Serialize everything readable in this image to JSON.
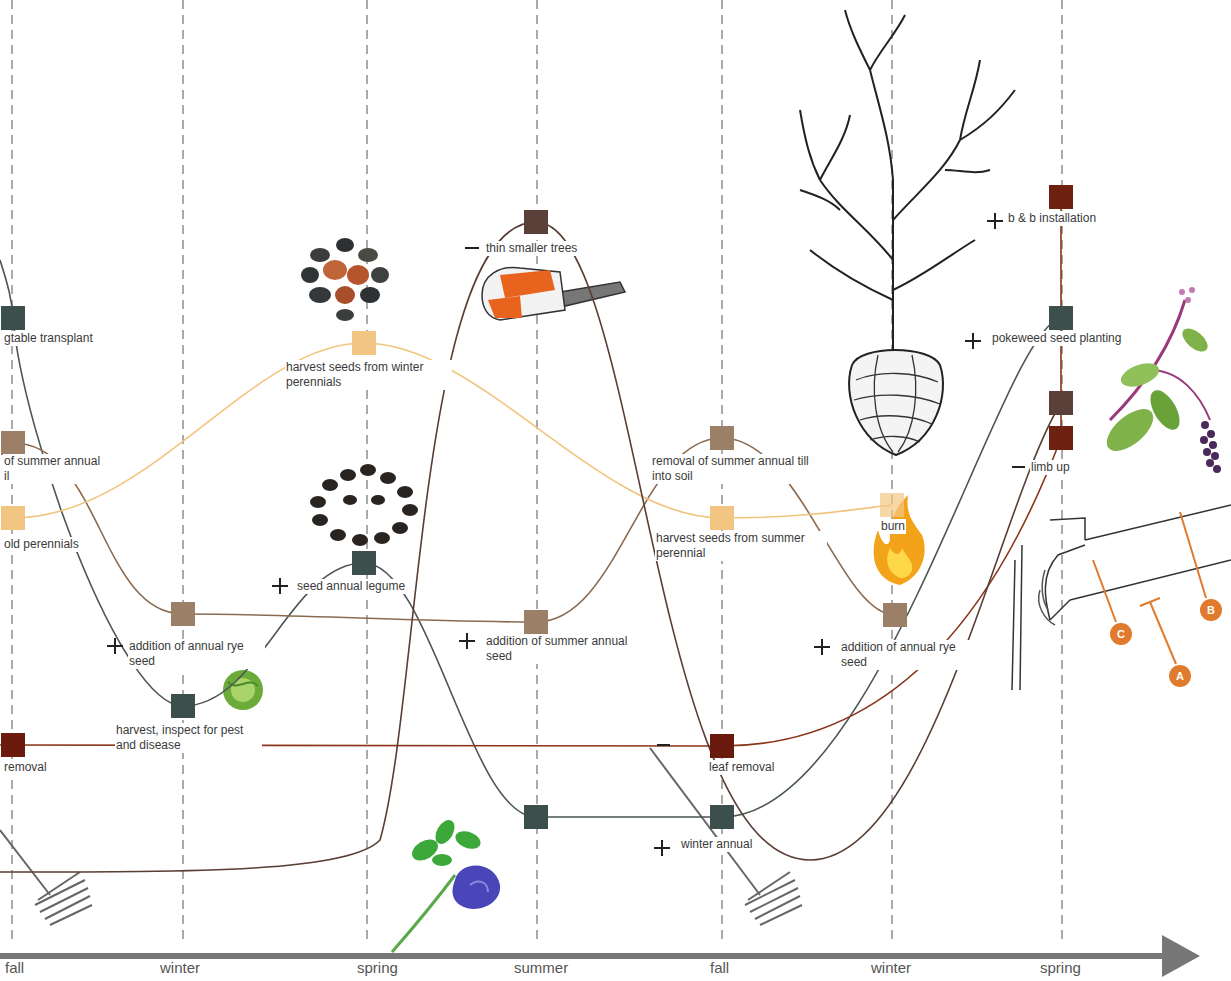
{
  "diagram": {
    "labels": [
      "gtable transplant",
      "of summer annual il",
      "old perennials",
      "removal",
      "harvest seeds from winter perennials",
      "thin smaller trees",
      "seed annual legume",
      "addition of annual rye seed",
      "harvest, inspect for pest and disease",
      "addition of summer annual seed",
      "removal of summer annual till into soil",
      "harvest seeds from summer perennial",
      "burn",
      "addition of annual rye seed",
      "leaf removal",
      "winter annual",
      "b & b installation",
      "pokeweed seed planting",
      "limb up",
      "C",
      "A",
      "B",
      "fall",
      "winter",
      "spring",
      "summer",
      "fall",
      "winter",
      "spring"
    ]
  }
}
